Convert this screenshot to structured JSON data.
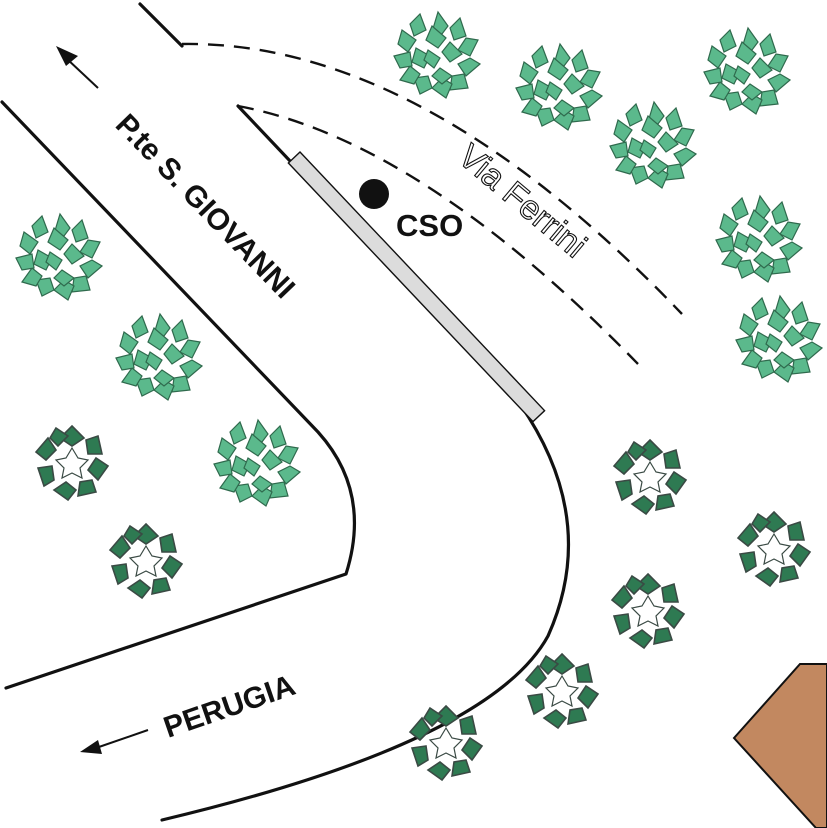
{
  "labels": {
    "road_north": "P.te S. GIOVANNI",
    "road_south": "PERUGIA",
    "street": "Via Ferrini",
    "station": "CSO"
  },
  "colors": {
    "road_line": "#111111",
    "platform_fill": "#dcdcdc",
    "tree_light_leaf": "#5bb98c",
    "tree_light_outline": "#2f6a4d",
    "tree_dark_leaf": "#2e7a52",
    "tree_dark_outline": "#3a4a44",
    "building_fill": "#c28860"
  },
  "icons": {
    "direction_arrow_north": "arrow-left-up-icon",
    "direction_arrow_south": "arrow-left-down-icon",
    "station_marker": "filled-circle-icon",
    "tree_light": "tree-leafy-icon",
    "tree_dark": "tree-dark-icon"
  }
}
